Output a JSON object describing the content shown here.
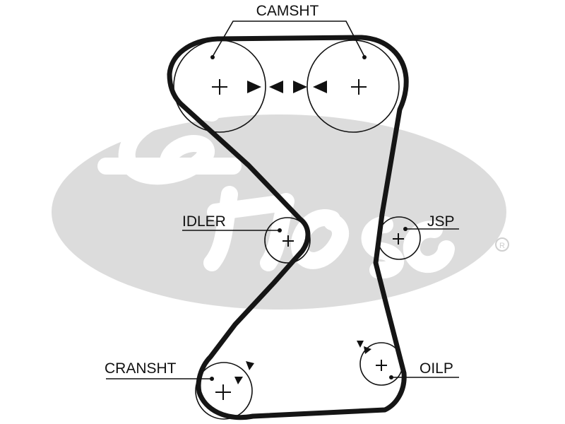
{
  "diagram": {
    "labels": {
      "camshaft": "CAMSHT",
      "idler": "IDLER",
      "jsp": "JSP",
      "crankshaft": "CRANSHT",
      "oil_pump": "OILP"
    },
    "colors": {
      "belt": "#151515",
      "ink": "#111111",
      "watermark": "#dcdcdc",
      "background": "#ffffff"
    }
  },
  "watermark": {
    "brand_text": "Gates",
    "registered_mark": "®"
  }
}
